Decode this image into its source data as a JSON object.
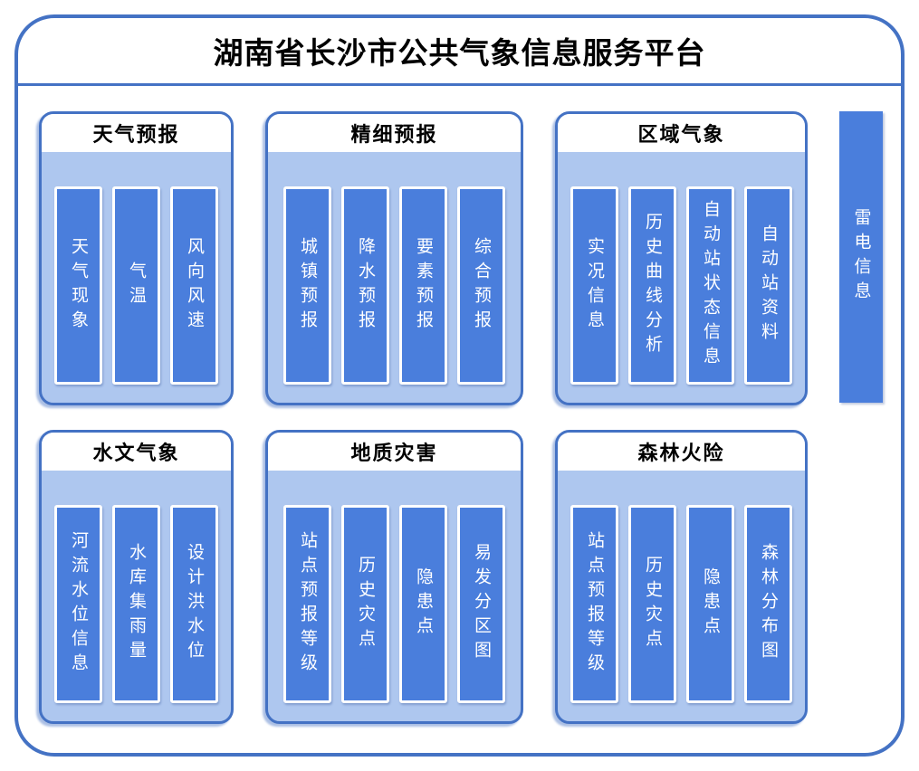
{
  "title": "湖南省长沙市公共气象信息服务平台",
  "colors": {
    "accent_border": "#4472C4",
    "bar_fill": "#4A7EDC",
    "panel_body": "#AEC7EF",
    "panel_header_bg": "#FFFFFF",
    "title_text": "#000000",
    "bar_text": "#FFFFFF"
  },
  "panels": [
    {
      "title": "天气预报",
      "items": [
        "天气现象",
        "气温",
        "风向风速"
      ]
    },
    {
      "title": "精细预报",
      "items": [
        "城镇预报",
        "降水预报",
        "要素预报",
        "综合预报"
      ]
    },
    {
      "title": "区域气象",
      "items": [
        "实况信息",
        "历史曲线分析",
        "自动站状态信息",
        "自动站资料"
      ]
    },
    {
      "title": "水文气象",
      "items": [
        "河流水位信息",
        "水库集雨量",
        "设计洪水位"
      ]
    },
    {
      "title": "地质灾害",
      "items": [
        "站点预报等级",
        "历史灾点",
        "隐患点",
        "易发分区图"
      ]
    },
    {
      "title": "森林火险",
      "items": [
        "站点预报等级",
        "历史灾点",
        "隐患点",
        "森林分布图"
      ]
    }
  ],
  "side_bar": {
    "label": "雷电信息"
  }
}
